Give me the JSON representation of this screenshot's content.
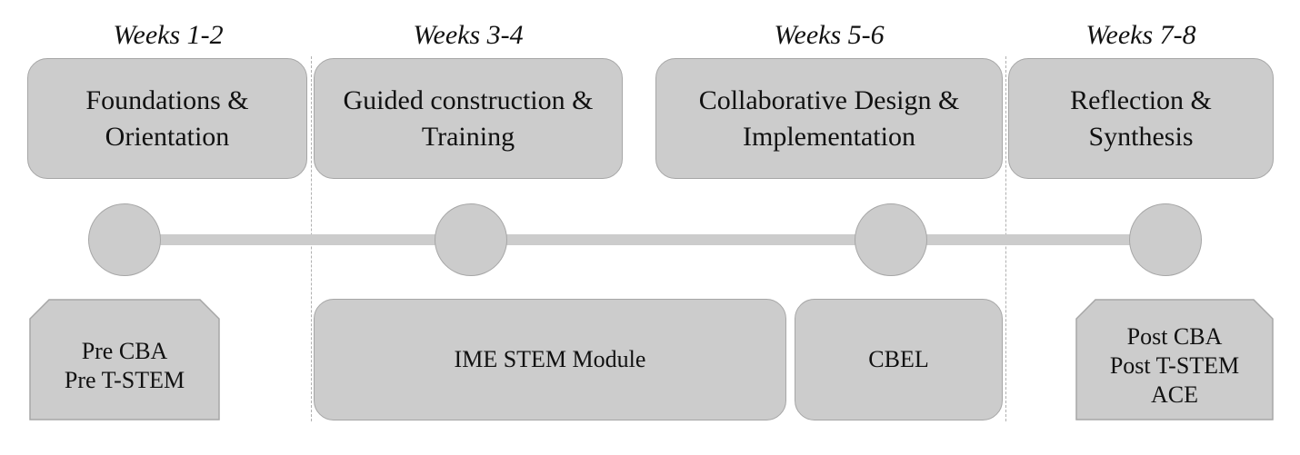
{
  "weeks": [
    "Weeks 1-2",
    "Weeks 3-4",
    "Weeks 5-6",
    "Weeks 7-8"
  ],
  "phases": [
    {
      "line1": "Foundations &",
      "line2": "Orientation"
    },
    {
      "line1": "Guided construction &",
      "line2": "Training"
    },
    {
      "line1": "Collaborative Design &",
      "line2": "Implementation"
    },
    {
      "line1": "Reflection &",
      "line2": "Synthesis"
    }
  ],
  "pre_assessment": [
    "Pre CBA",
    "Pre T-STEM"
  ],
  "modules": [
    "IME STEM Module",
    "CBEL"
  ],
  "post_assessment": [
    "Post CBA",
    "Post T-STEM",
    "ACE"
  ],
  "colors": {
    "fill": "#cccccc",
    "border": "#a6a6a6",
    "divider": "#b0b0b0"
  }
}
